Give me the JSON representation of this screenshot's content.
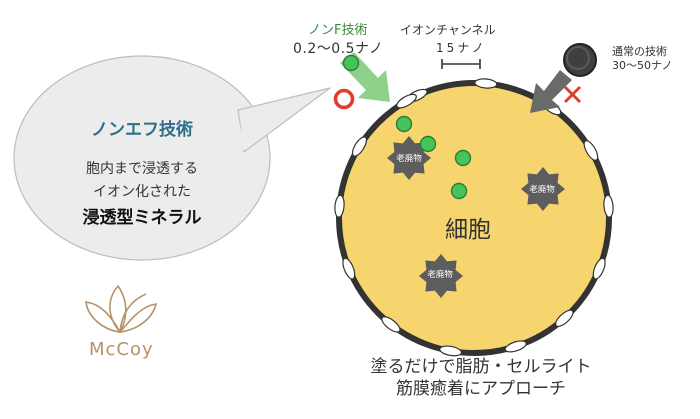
{
  "speech": {
    "title": "ノンエフ技術",
    "line1": "胞内まで浸透する",
    "line2": "イオン化された",
    "line3": "浸透型ミネラル"
  },
  "nonf": {
    "title": "ノンF技術",
    "size": "0.2〜0.5ナノ",
    "mark": "○"
  },
  "ion_channel": {
    "title": "イオンチャンネル",
    "size": "15ナノ"
  },
  "normal_tech": {
    "title": "通常の技術",
    "size": "30〜50ナノ",
    "mark": "×"
  },
  "cell": {
    "label": "細胞",
    "waste_labels": [
      "老廃物",
      "老廃物",
      "老廃物"
    ]
  },
  "caption": {
    "line1": "塗るだけで脂肪・セルライト",
    "line2": "筋膜癒着にアプローチ"
  },
  "logo": {
    "text": "McCoy"
  },
  "colors": {
    "cell_fill": "#f6d56e",
    "cell_border": "#333333",
    "particle_green": "#45c45a",
    "waste_gray": "#5d5d5d",
    "arrow_green": "#8fd08a",
    "arrow_gray": "#6a6a6a",
    "ok_red": "#e03b2b",
    "title_blue": "#2f6e8a",
    "logo_tan": "#b8916a"
  }
}
